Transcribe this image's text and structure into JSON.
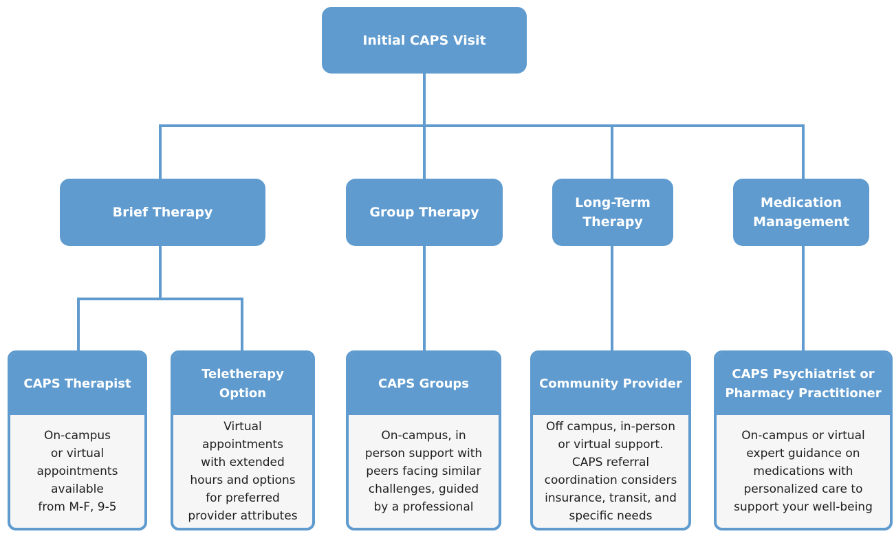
{
  "root": {
    "label": "Initial CAPS Visit"
  },
  "categories": [
    {
      "label": "Brief Therapy"
    },
    {
      "label": "Group Therapy"
    },
    {
      "label": "Long-Term\nTherapy"
    },
    {
      "label": "Medication\nManagement"
    }
  ],
  "options": [
    {
      "title": "CAPS Therapist",
      "body": "On-campus\nor virtual\nappointments\navailable\nfrom M-F, 9-5"
    },
    {
      "title": "Teletherapy Option",
      "body": "Virtual\nappointments\nwith extended\nhours and options\nfor preferred\nprovider attributes"
    },
    {
      "title": "CAPS Groups",
      "body": "On-campus, in\nperson support with\npeers facing similar\nchallenges, guided\nby a professional"
    },
    {
      "title": "Community Provider",
      "body": "Off campus, in-person\nor virtual support.\nCAPS referral\ncoordination considers\ninsurance, transit, and\nspecific needs"
    },
    {
      "title": "CAPS Psychiatrist or\nPharmacy Practitioner",
      "body": "On-campus or virtual\nexpert guidance on\nmedications with\npersonalized care to\nsupport your well-being"
    }
  ],
  "colors": {
    "accent": "#5f9bcf",
    "card_background": "#f6f6f6",
    "text": "#1d1d1d"
  }
}
